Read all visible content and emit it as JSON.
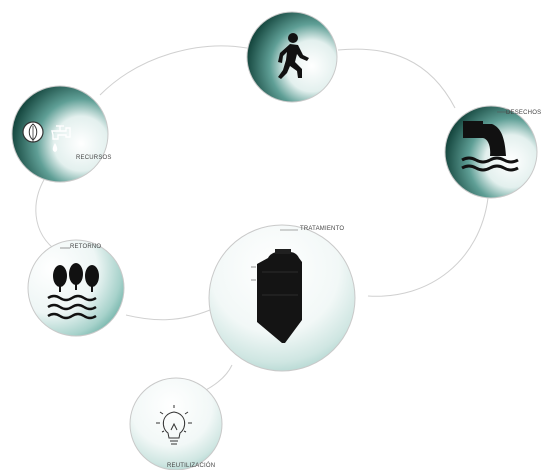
{
  "nodes": {
    "person": {
      "label": "",
      "icon": "walking-person-icon"
    },
    "desechos": {
      "label": "DESECHOS",
      "icon": "sewage-pipe-icon"
    },
    "tratamiento": {
      "label": "TRATAMIENTO",
      "icon": "water-tank-icon"
    },
    "reutilizacion": {
      "label": "REUTILIZACIÓN",
      "icon": "lightbulb-icon"
    },
    "retorno": {
      "label": "RETORNO",
      "icon": "trees-water-icon"
    },
    "recursos": {
      "label": "RECURSOS",
      "icon": "leaf-faucet-icon"
    }
  },
  "colors": {
    "dark_teal": "#0f3f37",
    "mid_teal": "#3e8a80",
    "light_teal": "#bfe0dc",
    "line": "#d0d0d0",
    "icon_dark": "#111111"
  }
}
